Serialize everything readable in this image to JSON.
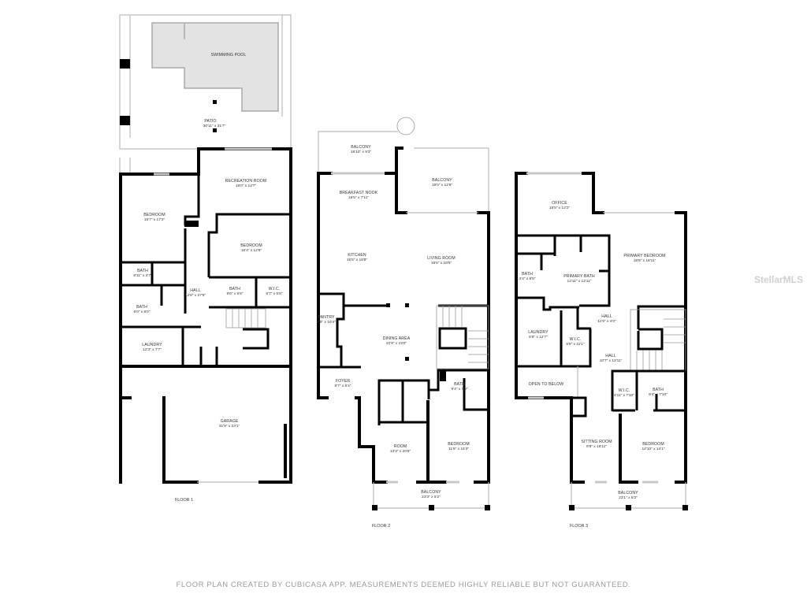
{
  "watermark": "StellarMLS",
  "footer": "FLOOR PLAN CREATED BY CUBICASA APP. MEASUREMENTS DEEMED HIGHLY RELIABLE BUT NOT GUARANTEED.",
  "floor1": {
    "label": "FLOOR 1",
    "rooms": [
      {
        "name": "SWIMMING POOL",
        "dims": ""
      },
      {
        "name": "PATIO",
        "dims": "30'11\" x 31'7\""
      },
      {
        "name": "RECREATION ROOM",
        "dims": "18'0\" x 12'7\""
      },
      {
        "name": "BEDROOM",
        "dims": "15'7\" x 17'3\""
      },
      {
        "name": "BEDROOM",
        "dims": "16'4\" x 12'8\""
      },
      {
        "name": "BATH",
        "dims": "8'11\" x 4'7\""
      },
      {
        "name": "HALL",
        "dims": "12'8\" x 27'5\""
      },
      {
        "name": "BATH",
        "dims": "9'6\" x 5'6\""
      },
      {
        "name": "W.I.C.",
        "dims": "6'7\" x 5'6\""
      },
      {
        "name": "BATH",
        "dims": "6'0\" x 8'0\""
      },
      {
        "name": "LAUNDRY",
        "dims": "12'3\" x 7'7\""
      },
      {
        "name": "GARAGE",
        "dims": "31'9\" x 23'1\""
      }
    ]
  },
  "floor2": {
    "label": "FLOOR 2",
    "rooms": [
      {
        "name": "BALCONY",
        "dims": "18'10\" x 9'3\""
      },
      {
        "name": "BREAKFAST NOOK",
        "dims": "15'5\" x 7'11\""
      },
      {
        "name": "BALCONY",
        "dims": "19'0\" x 12'8\""
      },
      {
        "name": "KITCHEN",
        "dims": "15'5\" x 18'8\""
      },
      {
        "name": "LIVING ROOM",
        "dims": "18'6\" x 18'6\""
      },
      {
        "name": "PANTRY",
        "dims": "5'8\" x 10'4\""
      },
      {
        "name": "DINING AREA",
        "dims": "22'9\" x 19'0\""
      },
      {
        "name": "FOYER",
        "dims": "8'7\" x 6'4\""
      },
      {
        "name": "BATH",
        "dims": "9'4\" x 7'9\""
      },
      {
        "name": "ROOM",
        "dims": "13'3\" x 20'8\""
      },
      {
        "name": "BEDROOM",
        "dims": "11'9\" x 15'3\""
      },
      {
        "name": "BALCONY",
        "dims": "23'3\" x 5'2\""
      }
    ]
  },
  "floor3": {
    "label": "FLOOR 3",
    "rooms": [
      {
        "name": "OFFICE",
        "dims": "15'5\" x 12'2\""
      },
      {
        "name": "PRIMARY BEDROOM",
        "dims": "18'6\" x 18'11\""
      },
      {
        "name": "BATH",
        "dims": "4'4\" x 8'5\""
      },
      {
        "name": "PRIMARY BATH",
        "dims": "12'11\" x 12'11\""
      },
      {
        "name": "HALL",
        "dims": "11'9\" x 4'0\""
      },
      {
        "name": "LAUNDRY",
        "dims": "8'8\" x 12'7\""
      },
      {
        "name": "W.I.C.",
        "dims": "5'8\" x 11'1\""
      },
      {
        "name": "HALL",
        "dims": "10'7\" x 13'11\""
      },
      {
        "name": "OPEN TO BELOW",
        "dims": ""
      },
      {
        "name": "W.I.C.",
        "dims": "4'11\" x 7'10\""
      },
      {
        "name": "BATH",
        "dims": "9'4\" x 7'10\""
      },
      {
        "name": "SITTING ROOM",
        "dims": "9'8\" x 16'11\""
      },
      {
        "name": "BEDROOM",
        "dims": "12'10\" x 14'1\""
      },
      {
        "name": "BALCONY",
        "dims": "23'1\" x 5'2\""
      }
    ]
  }
}
